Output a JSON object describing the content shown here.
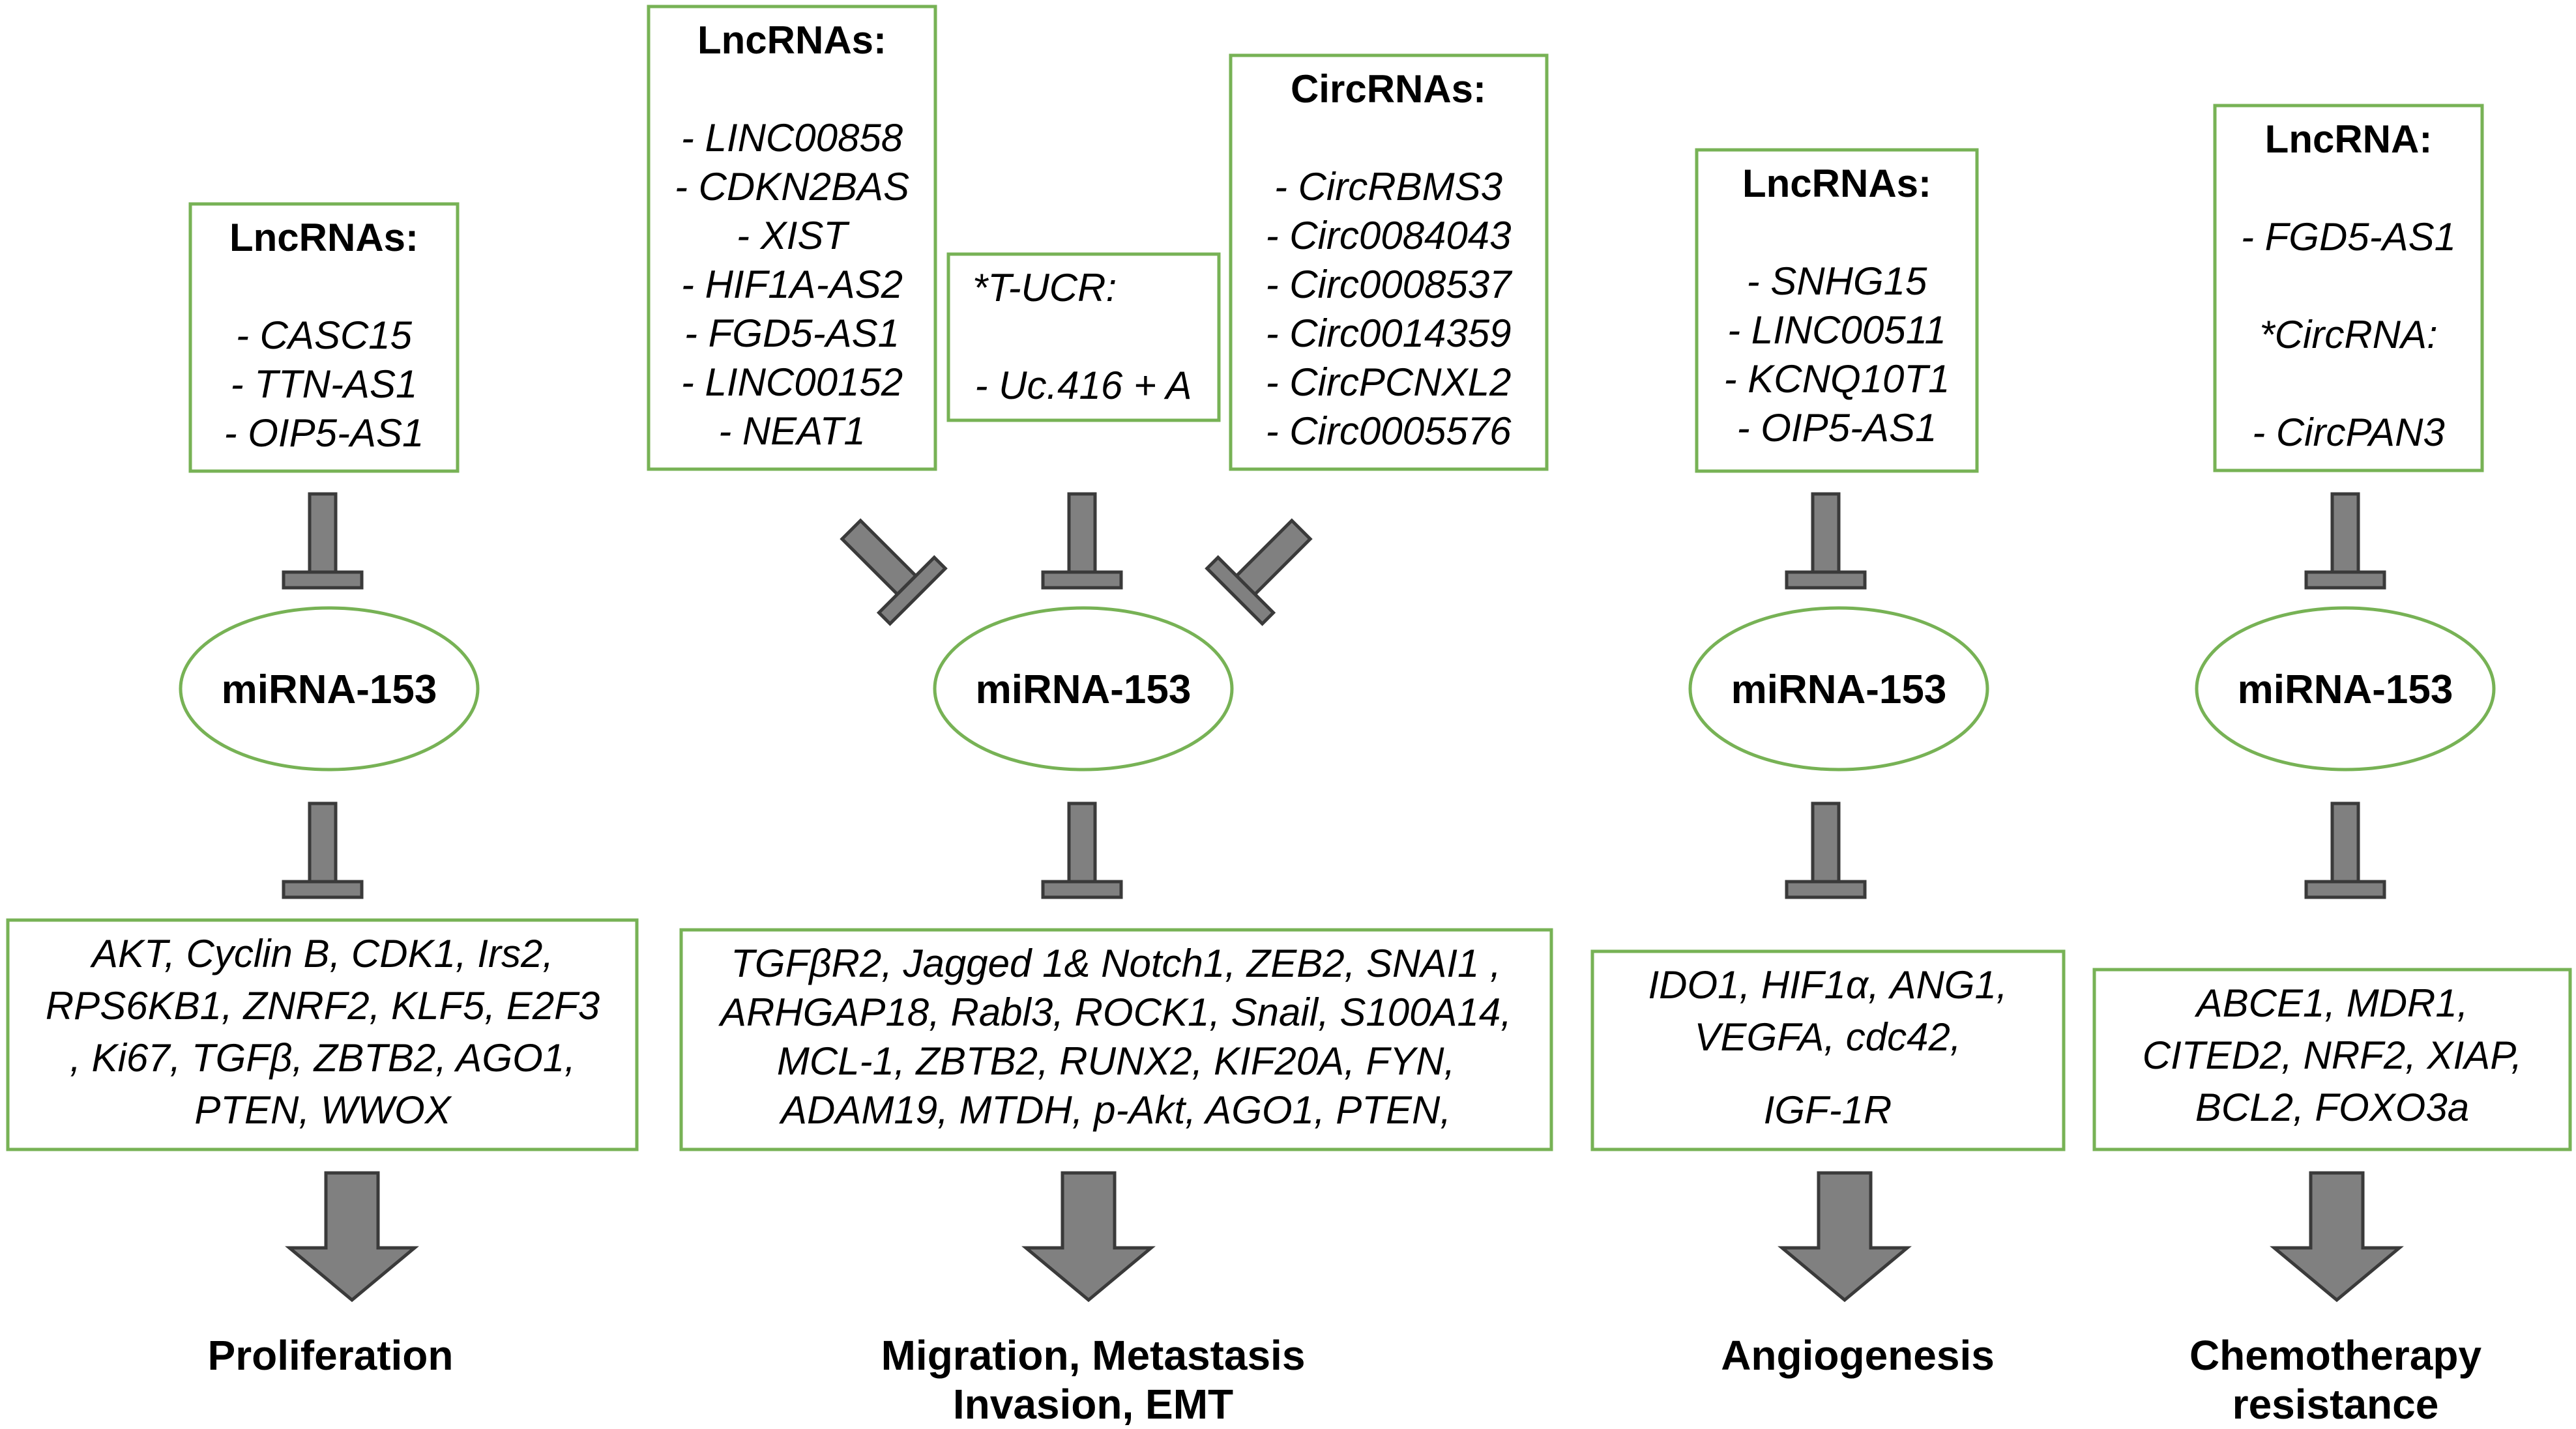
{
  "columns": [
    {
      "id": "proliferation",
      "sources": [
        {
          "heading": "LncRNAs:",
          "items": [
            "- CASC15",
            "- TTN-AS1",
            "- OIP5-AS1"
          ]
        }
      ],
      "mirna": "miRNA-153",
      "targets": [
        "AKT, Cyclin B, CDK1, Irs2,",
        "RPS6KB1, ZNRF2, KLF5, E2F3",
        ", Ki67, TGFβ, ZBTB2, AGO1,",
        "PTEN, WWOX"
      ],
      "outcome": [
        "Proliferation"
      ]
    },
    {
      "id": "migration",
      "sources": [
        {
          "heading": "LncRNAs:",
          "items": [
            "-  LINC00858",
            "- CDKN2BAS",
            "- XIST",
            "- HIF1A-AS2",
            "- FGD5-AS1",
            "- LINC00152",
            "- NEAT1"
          ]
        },
        {
          "heading": "",
          "items": [
            "*T-UCR:",
            "- Uc.416 + A"
          ]
        },
        {
          "heading": "CircRNAs:",
          "items": [
            "- CircRBMS3",
            "- Circ0084043",
            "- Circ0008537",
            "- Circ0014359",
            "- CircPCNXL2",
            "- Circ0005576"
          ]
        }
      ],
      "mirna": "miRNA-153",
      "targets": [
        "TGFβR2, Jagged 1& Notch1, ZEB2, SNAI1 ,",
        "ARHGAP18, Rabl3, ROCK1, Snail, S100A14,",
        "MCL-1, ZBTB2, RUNX2, KIF20A, FYN,",
        "ADAM19, MTDH, p-Akt, AGO1, PTEN,"
      ],
      "outcome": [
        "Migration, Metastasis",
        "Invasion, EMT"
      ]
    },
    {
      "id": "angiogenesis",
      "sources": [
        {
          "heading": "LncRNAs:",
          "items": [
            "- SNHG15",
            "- LINC00511",
            "- KCNQ10T1",
            "- OIP5-AS1"
          ]
        }
      ],
      "mirna": "miRNA-153",
      "targets": [
        "IDO1, HIF1α, ANG1,",
        "VEGFA, cdc42,",
        "IGF-1R"
      ],
      "outcome": [
        "Angiogenesis"
      ]
    },
    {
      "id": "chemoresistance",
      "sources": [
        {
          "heading": "LncRNA:",
          "items": [
            "- FGD5-AS1",
            "*CircRNA:",
            "- CircPAN3"
          ]
        }
      ],
      "mirna": "miRNA-153",
      "targets": [
        "ABCE1, MDR1,",
        "CITED2, NRF2, XIAP,",
        "BCL2, FOXO3a"
      ],
      "outcome": [
        "Chemotherapy",
        "resistance"
      ]
    }
  ],
  "colors": {
    "box_border": "#77b255",
    "arrow_fill": "#808080",
    "arrow_stroke": "#3a3a3a"
  }
}
